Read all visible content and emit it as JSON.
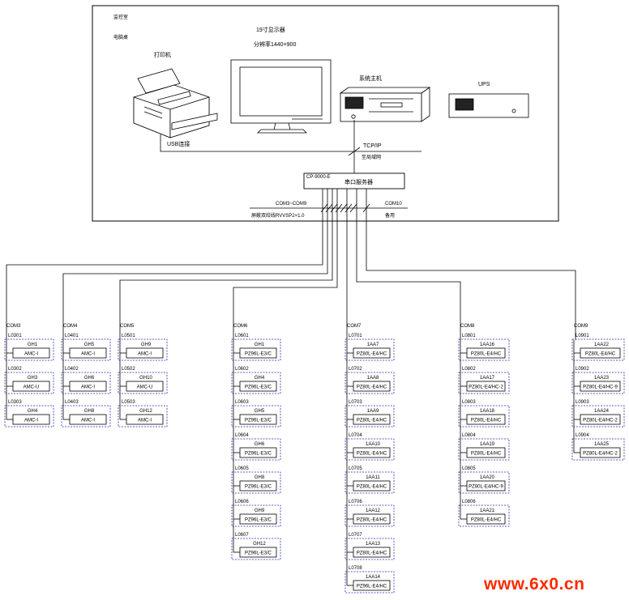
{
  "room": {
    "title": "监控室",
    "subtitle": "电脑桌"
  },
  "monitor": {
    "label": "19寸显示器",
    "resolution": "分辨率1440×900"
  },
  "printer": {
    "label": "打印机",
    "link_label": "USB连接"
  },
  "host": {
    "label": "系统主机"
  },
  "ups": {
    "label": "UPS"
  },
  "network": {
    "protocol": "TCP/IP",
    "note": "至局域网"
  },
  "converter": {
    "model": "CP-9000-E",
    "label": "串口服务器"
  },
  "ports": {
    "left_label": "COM3~COM9",
    "left_note": "屏蔽双绞线RVVSP2×1.0",
    "right_label": "COM10",
    "right_note": "备用"
  },
  "colors": {
    "device_border": "#2a2ab8",
    "watermark": "#ff2a00"
  },
  "groups": [
    {
      "com": "COM3",
      "units": [
        {
          "loop": "L0301",
          "name": "GH1",
          "meter": "AMC-I"
        },
        {
          "loop": "L0302",
          "name": "GH3",
          "meter": "AMC-U"
        },
        {
          "loop": "L0303",
          "name": "GH4",
          "meter": "AMC-I"
        }
      ]
    },
    {
      "com": "COM4",
      "units": [
        {
          "loop": "L0401",
          "name": "GH5",
          "meter": "AMC-I"
        },
        {
          "loop": "L0402",
          "name": "GH6",
          "meter": "AMC-I"
        },
        {
          "loop": "L0403",
          "name": "GH8",
          "meter": "AMC-I"
        }
      ]
    },
    {
      "com": "COM5",
      "units": [
        {
          "loop": "L0501",
          "name": "GH9",
          "meter": "AMC-I"
        },
        {
          "loop": "L0502",
          "name": "GH10",
          "meter": "AMC-U"
        },
        {
          "loop": "L0503",
          "name": "GH12",
          "meter": "AMC-I"
        }
      ]
    },
    {
      "com": "COM6",
      "units": [
        {
          "loop": "L0601",
          "name": "GH1",
          "meter": "PZ96L-E3/C"
        },
        {
          "loop": "L0602",
          "name": "GH4",
          "meter": "PZ96L-E3/C"
        },
        {
          "loop": "L0603",
          "name": "GH5",
          "meter": "PZ96L-E3/C"
        },
        {
          "loop": "L0604",
          "name": "GH6",
          "meter": "PZ96L-E3/C"
        },
        {
          "loop": "L0605",
          "name": "GH8",
          "meter": "PZ96L-E3/C"
        },
        {
          "loop": "L0606",
          "name": "GH9",
          "meter": "PZ96L-E3/C"
        },
        {
          "loop": "L0607",
          "name": "GH12",
          "meter": "PZ96L-E3/C"
        }
      ]
    },
    {
      "com": "COM7",
      "units": [
        {
          "loop": "L0701",
          "name": "1AA7",
          "meter": "PZ80L-E4/HC"
        },
        {
          "loop": "L0702",
          "name": "1AA8",
          "meter": "PZ80L-E4/HC"
        },
        {
          "loop": "L0703",
          "name": "1AA9",
          "meter": "PZ80L-E4/HC"
        },
        {
          "loop": "L0704",
          "name": "1AA10",
          "meter": "PZ80L-E4/HC"
        },
        {
          "loop": "L0705",
          "name": "1AA11",
          "meter": "PZ80L-E4/HC"
        },
        {
          "loop": "L0706",
          "name": "1AA12",
          "meter": "PZ80L-E4/HC"
        },
        {
          "loop": "L0707",
          "name": "1AA13",
          "meter": "PZ80L-E4/HC"
        },
        {
          "loop": "L0708",
          "name": "1AA14",
          "meter": "PZ96L-E4/HC"
        }
      ]
    },
    {
      "com": "COM8",
      "units": [
        {
          "loop": "L0801",
          "name": "1AA16",
          "meter": "PZ80L-E4/HC"
        },
        {
          "loop": "L0802",
          "name": "1AA17",
          "meter": "PZ80L-E4/HC-2"
        },
        {
          "loop": "L0803",
          "name": "1AA18",
          "meter": "PZ80L-E4/HC"
        },
        {
          "loop": "L0804",
          "name": "1AA19",
          "meter": "PZ80L-E4/HC"
        },
        {
          "loop": "L0805",
          "name": "1AA20",
          "meter": "PZ80L-E4/HC-9"
        },
        {
          "loop": "L0806",
          "name": "1AA21",
          "meter": "PZ80L-E4/HC"
        }
      ]
    },
    {
      "com": "COM9",
      "units": [
        {
          "loop": "L0901",
          "name": "1AA22",
          "meter": "PZ80L-E4/HC"
        },
        {
          "loop": "L0902",
          "name": "1AA23",
          "meter": "PZ80L-E4/HC-9"
        },
        {
          "loop": "L0903",
          "name": "1AA24",
          "meter": "PZ80L-E4/HC-2"
        },
        {
          "loop": "L0904",
          "name": "1AA25",
          "meter": "PZ80L-E4/HC-2"
        }
      ]
    }
  ],
  "watermark": "www.6x0.cn"
}
